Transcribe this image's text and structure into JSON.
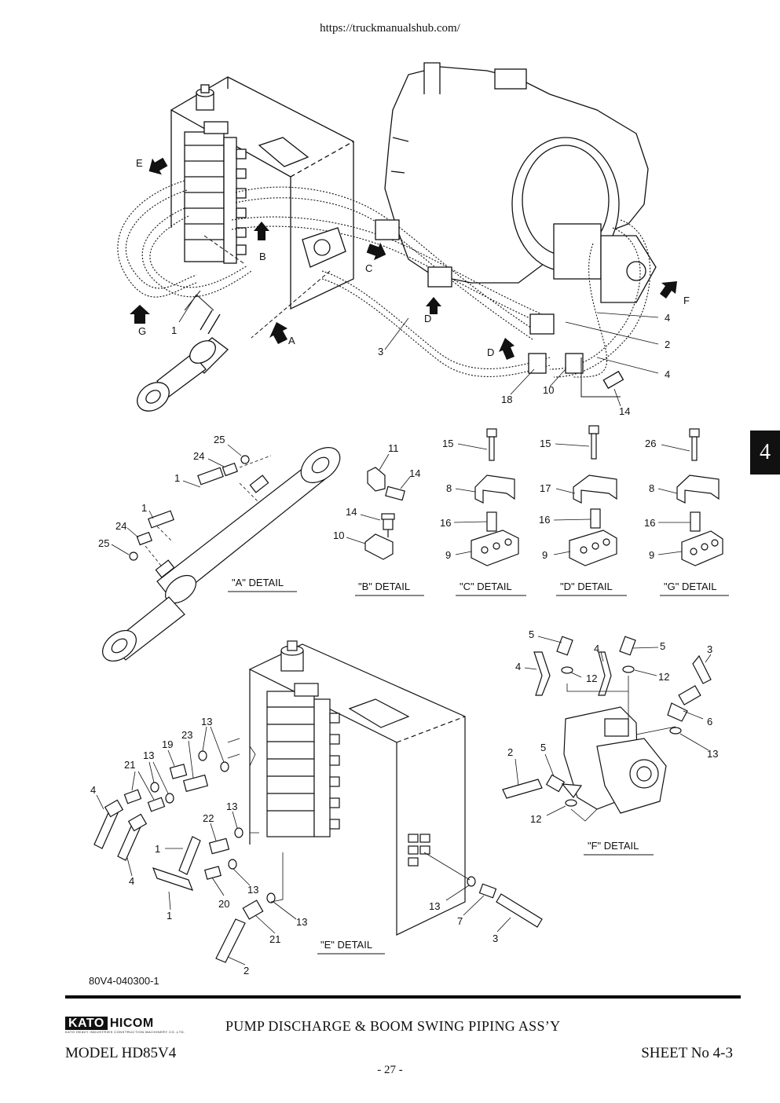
{
  "header_url": "https://truckmanualshub.com/",
  "section_tab": "4",
  "drawing_code": "80V4-040300-1",
  "footer": {
    "logo": "KATO HICOM",
    "logo_box": "KATO",
    "logo_rest": "HICOM",
    "logo_sub": "KATO HEAVY INDUSTRIES CONSTRUCTION MACHINERY CO.,LTD.",
    "title": "PUMP DISCHARGE & BOOM SWING PIPING ASS’Y",
    "model": "MODEL HD85V4",
    "sheet": "SHEET No 4-3",
    "page": "- 27 -"
  },
  "detail_titles": {
    "a": "\"A\" DETAIL",
    "b": "\"B\" DETAIL",
    "c": "\"C\" DETAIL",
    "d": "\"D\" DETAIL",
    "g": "\"G\" DETAIL",
    "e": "\"E\" DETAIL",
    "f": "\"F\" DETAIL"
  },
  "view_arrows": {
    "e": "E",
    "b": "B",
    "c": "C",
    "g": "G",
    "a": "A",
    "d1": "D",
    "d2": "D",
    "f": "F"
  },
  "labels": {
    "main_1": "1",
    "main_3": "3",
    "main_4a": "4",
    "main_2": "2",
    "main_4b": "4",
    "main_18": "18",
    "main_10": "10",
    "main_14": "14",
    "a_25a": "25",
    "a_24a": "24",
    "a_1a": "1",
    "a_1b": "1",
    "a_24b": "24",
    "a_25b": "25",
    "b_11": "11",
    "b_14a": "14",
    "b_14b": "14",
    "b_10": "10",
    "c_15": "15",
    "c_8": "8",
    "c_16": "16",
    "c_9": "9",
    "d_15": "15",
    "d_17": "17",
    "d_16": "16",
    "d_9": "9",
    "g_26": "26",
    "g_8": "8",
    "g_16": "16",
    "g_9": "9",
    "f_5a": "5",
    "f_4a": "4",
    "f_12a": "12",
    "f_4b": "4",
    "f_5b": "5",
    "f_12b": "12",
    "f_3": "3",
    "f_6": "6",
    "f_13": "13",
    "f_2": "2",
    "f_5c": "5",
    "f_12c": "12",
    "e_13a": "13",
    "e_19": "19",
    "e_23": "23",
    "e_13b": "13",
    "e_21a": "21",
    "e_4a": "4",
    "e_4b": "4",
    "e_1a": "1",
    "e_22": "22",
    "e_13c": "13",
    "e_13d": "13",
    "e_1b": "1",
    "e_20": "20",
    "e_21b": "21",
    "e_13e": "13",
    "e_2": "2",
    "e_13f": "13",
    "e_7": "7",
    "e_3": "3"
  }
}
